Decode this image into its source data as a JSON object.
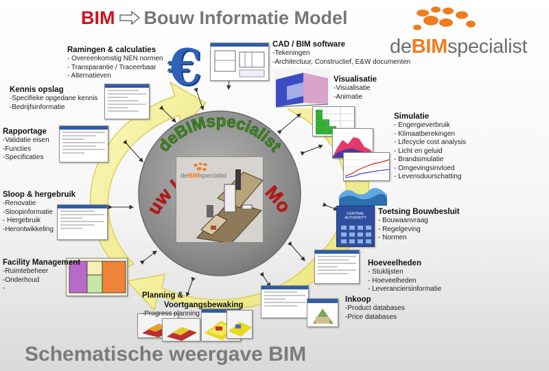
{
  "header": {
    "bim": "BIM",
    "title": "Bouw Informatie Model"
  },
  "logo": {
    "prefix": "de",
    "middle": "BIM",
    "suffix": "specialist"
  },
  "center": {
    "arc_outer": "deBIMspecialist",
    "arc_inner": "Bouw Informatie Model",
    "image_logo_prefix": "de",
    "image_logo_middle": "BIM",
    "image_logo_suffix": "specialist"
  },
  "euro_symbol": "€",
  "blocks": {
    "ramingen": {
      "title": "Ramingen & calculaties",
      "items": [
        "- Overeenkomstig NEN normen",
        "- Transparantie / Traceerbaar",
        "- Alternatieven"
      ]
    },
    "cad": {
      "title": "CAD / BIM software",
      "items": [
        "-Tekeningen",
        "-Architectuur, Constructief, E&W documenten"
      ]
    },
    "kennis": {
      "title": "Kennis opslag",
      "items": [
        "-Specifieke opgedane kennis",
        "-Bedrijfsinformatie"
      ]
    },
    "visualisatie": {
      "title": "Visualisatie",
      "items": [
        "-Visualisatie",
        "-Animatie"
      ]
    },
    "rapportage": {
      "title": "Rapportage",
      "items": [
        "-Validatie eisen",
        "-Functies",
        "-Specificaties"
      ]
    },
    "simulatie": {
      "title": "Simulatie",
      "items": [
        "- Engergieverbruik",
        "- Klimaatberekingen",
        "- Lifecycle cost analysis",
        "- Licht en geluid",
        "- Brandsimulatie",
        "- Omgevingsinvloed",
        "- Levensduurschatting"
      ]
    },
    "sloop": {
      "title": "Sloop & hergebruik",
      "items": [
        "-Renovatie",
        "-Sloopinformatie",
        "- Hergebruik",
        "-Herontwikkeling"
      ]
    },
    "toetsing": {
      "title": "Toetsing Bouwbesluit",
      "items": [
        "- Bouwaanvraag",
        "- Regelgeving",
        "- Normen"
      ]
    },
    "facility": {
      "title": "Facility Management",
      "items": [
        "-Ruimtebeheer",
        "-Onderhoud",
        "-"
      ]
    },
    "hoeveelheden": {
      "title": "Hoeveelheden",
      "items": [
        "- Stuklijsten",
        "- Hoeveelheden",
        "- Leveranciersinformatie"
      ]
    },
    "planning": {
      "title_line1": "Planning &",
      "title_line2": "Voortgangsbewaking",
      "items": [
        "-Progress planning"
      ]
    },
    "inkoop": {
      "title": "Inkoop",
      "items": [
        "-Product databases",
        "-Price databases"
      ]
    }
  },
  "central_authority": "CENTRAL AUTHORITY",
  "footer": "Schematische weergave BIM",
  "colors": {
    "bim_red": "#d0101a",
    "title_grey": "#777777",
    "logo_orange": "#f07c1e",
    "ring_yellow": "#f3f08a",
    "disk_grey": "#8f8f8f",
    "arc_green": "#3c8a1e",
    "arc_red": "#cc1515",
    "euro_blue": "#2c62b7"
  }
}
